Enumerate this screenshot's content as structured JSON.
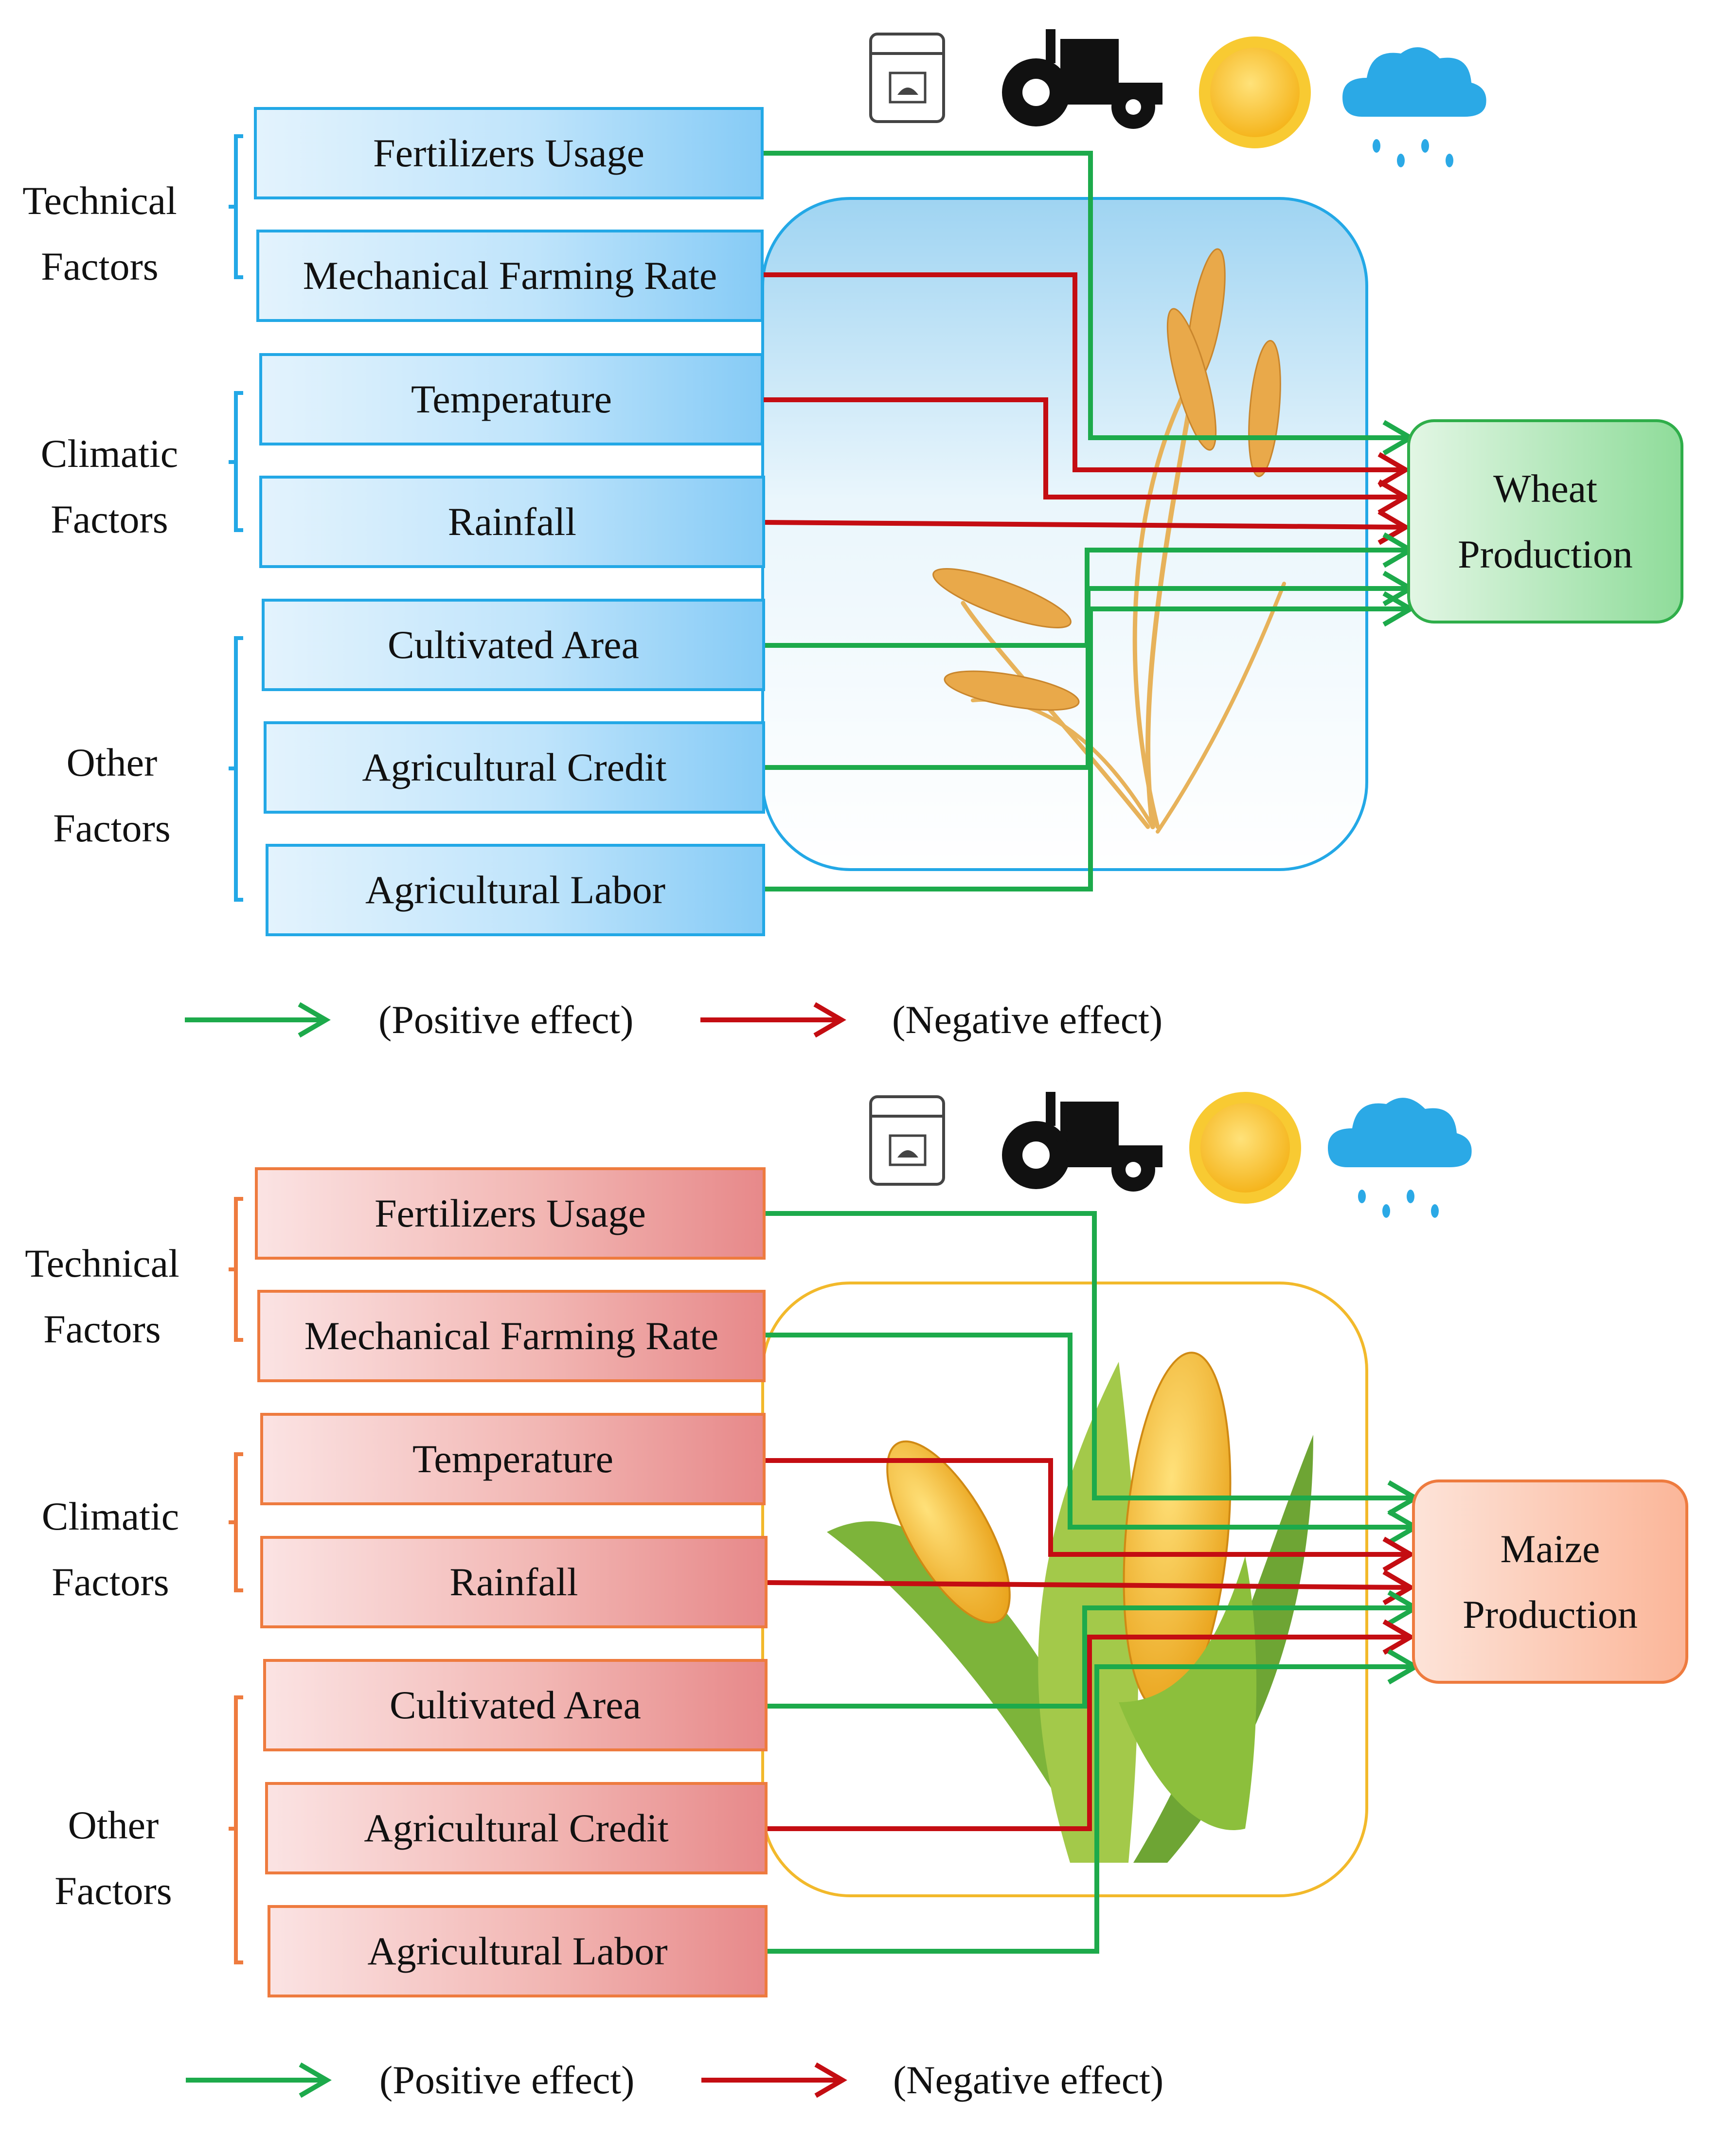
{
  "colors": {
    "positive": "#1daa4b",
    "negative": "#c40d12",
    "wheat_panel_border": "#23a8e6",
    "maize_panel_border": "#f2b92b"
  },
  "groups": {
    "technical": [
      "Technical",
      "Factors"
    ],
    "climatic": [
      "Climatic",
      "Factors"
    ],
    "other": [
      "Other",
      "Factors"
    ]
  },
  "factors": {
    "fertilizers": "Fertilizers Usage",
    "mechanical": "Mechanical Farming Rate",
    "temperature": "Temperature",
    "rainfall": "Rainfall",
    "area": "Cultivated Area",
    "credit": "Agricultural Credit",
    "labor": "Agricultural Labor"
  },
  "outputs": {
    "wheat": [
      "Wheat",
      "Production"
    ],
    "maize": [
      "Maize",
      "Production"
    ]
  },
  "effects": {
    "wheat": {
      "fertilizers": "positive",
      "mechanical": "negative",
      "temperature": "negative",
      "rainfall": "negative",
      "area": "positive",
      "credit": "positive",
      "labor": "positive"
    },
    "maize": {
      "fertilizers": "positive",
      "mechanical": "positive",
      "temperature": "negative",
      "rainfall": "negative",
      "area": "positive",
      "credit": "negative",
      "labor": "positive"
    }
  },
  "icons": [
    "fertilizer-bag-icon",
    "tractor-icon",
    "sun-icon",
    "rain-cloud-icon"
  ],
  "panel_images": [
    "wheat-illustration",
    "corn-illustration"
  ],
  "legend": {
    "positive": "(Positive effect)",
    "negative": "(Negative effect)"
  }
}
